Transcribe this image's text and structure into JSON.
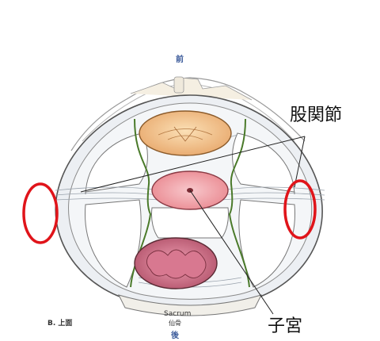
{
  "labels": {
    "anterior": "前",
    "posterior": "後",
    "sacrum_en": "Sacrum",
    "sacrum_jp": "仙骨",
    "caption": "B. 上面",
    "hip_joint": "股関節",
    "uterus": "子宮"
  },
  "colors": {
    "fascia_green": "#4a7a2a",
    "highlight_red": "#e0141a",
    "uterus_pink": "#f0a2a8",
    "bladder_fill": "#f2c48a",
    "rectum_fill": "#b8546a",
    "label_blue": "#3a5a9a"
  }
}
